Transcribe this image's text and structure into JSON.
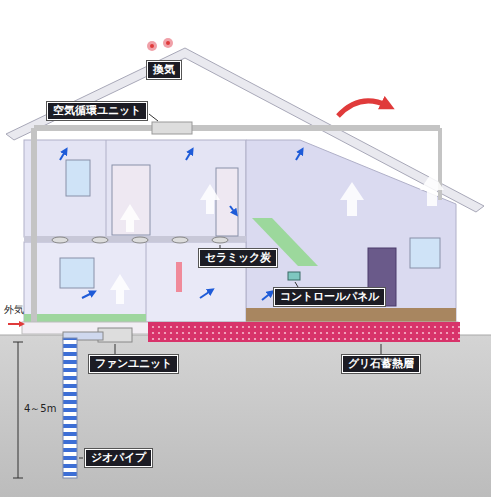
{
  "diagram": {
    "nodes": [
      {
        "text": [
          "換気"
        ]
      },
      {
        "text": [
          "空気循環ユニット"
        ]
      },
      {
        "text": [
          "セラミック炭"
        ]
      },
      {
        "text": [
          "コントロールパネル"
        ]
      },
      {
        "text": [
          "ファンユニット"
        ]
      },
      {
        "text": [
          "グリ石蓄熱層"
        ]
      },
      {
        "text": [
          "ジオパイプ"
        ]
      }
    ],
    "labels": [
      "外気",
      "4～5m"
    ]
  }
}
